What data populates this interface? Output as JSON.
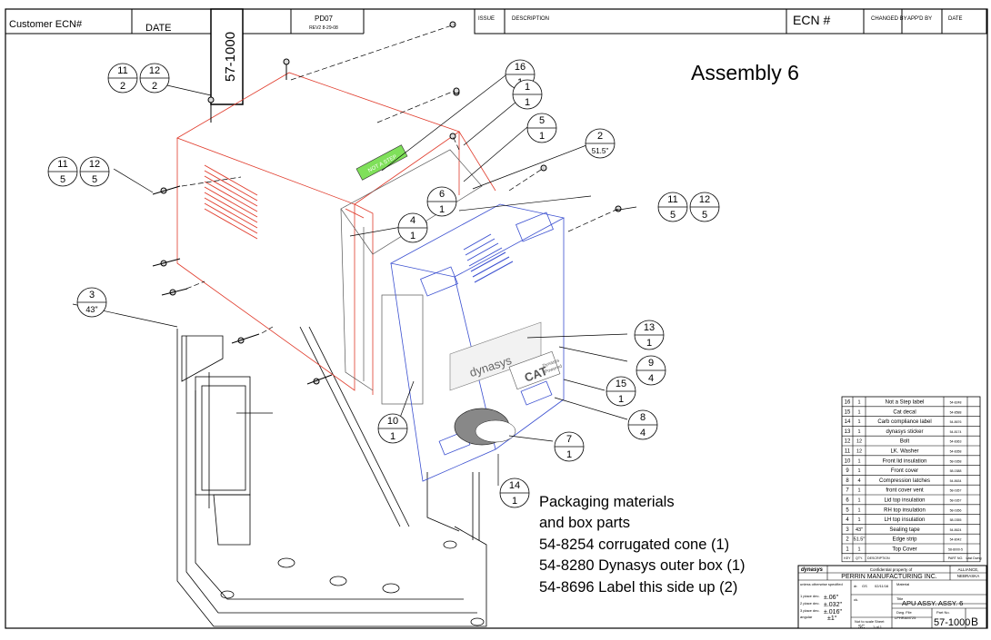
{
  "header_left": {
    "customer_ecn": "Customer ECN#",
    "date": "DATE",
    "drawing_number": "57-1000",
    "form_code": "PD07",
    "form_rev": "REV2 8-29-08"
  },
  "revision_block": {
    "issue": "ISSUE",
    "description": "DESCRIPTION",
    "ecn": "ECN #",
    "changed_by": "CHANGED BY",
    "appd_by": "APP'D BY",
    "date": "DATE"
  },
  "assembly_title": "Assembly 6",
  "balloons": [
    {
      "id": "b11a",
      "item": "11",
      "qty": "2"
    },
    {
      "id": "b12a",
      "item": "12",
      "qty": "2"
    },
    {
      "id": "b11b",
      "item": "11",
      "qty": "5"
    },
    {
      "id": "b12b",
      "item": "12",
      "qty": "5"
    },
    {
      "id": "b16",
      "item": "16",
      "qty": "1"
    },
    {
      "id": "b1",
      "item": "1",
      "qty": "1"
    },
    {
      "id": "b5",
      "item": "5",
      "qty": "1"
    },
    {
      "id": "b2",
      "item": "2",
      "qty": "51.5\""
    },
    {
      "id": "b6",
      "item": "6",
      "qty": "1"
    },
    {
      "id": "b4",
      "item": "4",
      "qty": "1"
    },
    {
      "id": "b11c",
      "item": "11",
      "qty": "5"
    },
    {
      "id": "b12c",
      "item": "12",
      "qty": "5"
    },
    {
      "id": "b3",
      "item": "3",
      "qty": "43\""
    },
    {
      "id": "b13",
      "item": "13",
      "qty": "1"
    },
    {
      "id": "b9",
      "item": "9",
      "qty": "4"
    },
    {
      "id": "b15",
      "item": "15",
      "qty": "1"
    },
    {
      "id": "b8",
      "item": "8",
      "qty": "4"
    },
    {
      "id": "b10",
      "item": "10",
      "qty": "1"
    },
    {
      "id": "b7",
      "item": "7",
      "qty": "1"
    },
    {
      "id": "b14",
      "item": "14",
      "qty": "1"
    }
  ],
  "decals": {
    "green_label": "NOT A STEP",
    "front_brand": "dynasys",
    "cat_text": "CAT",
    "cat_sub1": "Dynasys",
    "cat_sub2": "Powered"
  },
  "packaging_notes": [
    "Packaging materials",
    "and box parts",
    "54-8254 corrugated cone (1)",
    "54-8280 Dynasys outer box (1)",
    "54-8696 Label this side up (2)"
  ],
  "bom": {
    "rows": [
      {
        "item": "16",
        "qty": "1",
        "desc": "Not a Step label",
        "part": "54-8248"
      },
      {
        "item": "15",
        "qty": "1",
        "desc": "Cat decal",
        "part": "54-8588"
      },
      {
        "item": "14",
        "qty": "1",
        "desc": "Carb compliance label",
        "part": "54-8676"
      },
      {
        "item": "13",
        "qty": "1",
        "desc": "dynasys sticker",
        "part": "54-8174"
      },
      {
        "item": "12",
        "qty": "12",
        "desc": "Bolt",
        "part": "54-8363"
      },
      {
        "item": "11",
        "qty": "12",
        "desc": "LK. Washer",
        "part": "54-8358"
      },
      {
        "item": "10",
        "qty": "1",
        "desc": "Front lid insulation",
        "part": "58-0358"
      },
      {
        "item": "9",
        "qty": "1",
        "desc": "Front cover",
        "part": "58-0388"
      },
      {
        "item": "8",
        "qty": "4",
        "desc": "Compression latches",
        "part": "54-8634"
      },
      {
        "item": "7",
        "qty": "1",
        "desc": "front cover vent",
        "part": "58-0357"
      },
      {
        "item": "6",
        "qty": "1",
        "desc": "Lid top insulation",
        "part": "58-0357"
      },
      {
        "item": "5",
        "qty": "1",
        "desc": "RH top insulation",
        "part": "58-0356"
      },
      {
        "item": "4",
        "qty": "1",
        "desc": "LH top insulation",
        "part": "58-0355"
      },
      {
        "item": "3",
        "qty": "43\"",
        "desc": "Sealing tape",
        "part": "54-8624"
      },
      {
        "item": "2",
        "qty": "51.5\"",
        "desc": "Edge strip",
        "part": "54-8042"
      },
      {
        "item": "1",
        "qty": "1",
        "desc": "Top Cover",
        "part": "58-8000-5"
      }
    ],
    "hdr_key": "KEY",
    "hdr_qty": "QTY.",
    "hdr_desc": "DESCRIPTION",
    "hdr_part": "PART NO.",
    "hdr_last": "Last Dwng"
  },
  "title_block": {
    "logo": "dynasys",
    "confidential": "Confidential property of",
    "company": "PERRIN MANUFACTURING INC.",
    "location1": "ALLIANCE,",
    "location2": "NEBRASKA",
    "tolerance_note": "unless otherwise specified",
    "tol_1": "1 place dec.",
    "tol_1v": "±.06\"",
    "tol_2": "2 place dec.",
    "tol_2v": "±.032\"",
    "tol_3": "3 place dec.",
    "tol_3v": "±.016\"",
    "tol_ang": "angular",
    "tol_angv": "±1°",
    "dr_label": "dr.",
    "dr_value": "GS",
    "date_value": "02/11/16",
    "material_label": "Material",
    "ck_label": "ck.",
    "title_label": "Title",
    "title_value": "APU ASSY. ASSY. 6",
    "dwg_label": "Dwg. File",
    "dwg_value": "LPHRAM725",
    "part_label": "Part No.",
    "part_value": "57-1000",
    "rev_value": "B",
    "scale_label": "Not to scale",
    "scale_value": "SC",
    "sheet_label": "Sheet",
    "sheet_value": "1 of 1"
  }
}
